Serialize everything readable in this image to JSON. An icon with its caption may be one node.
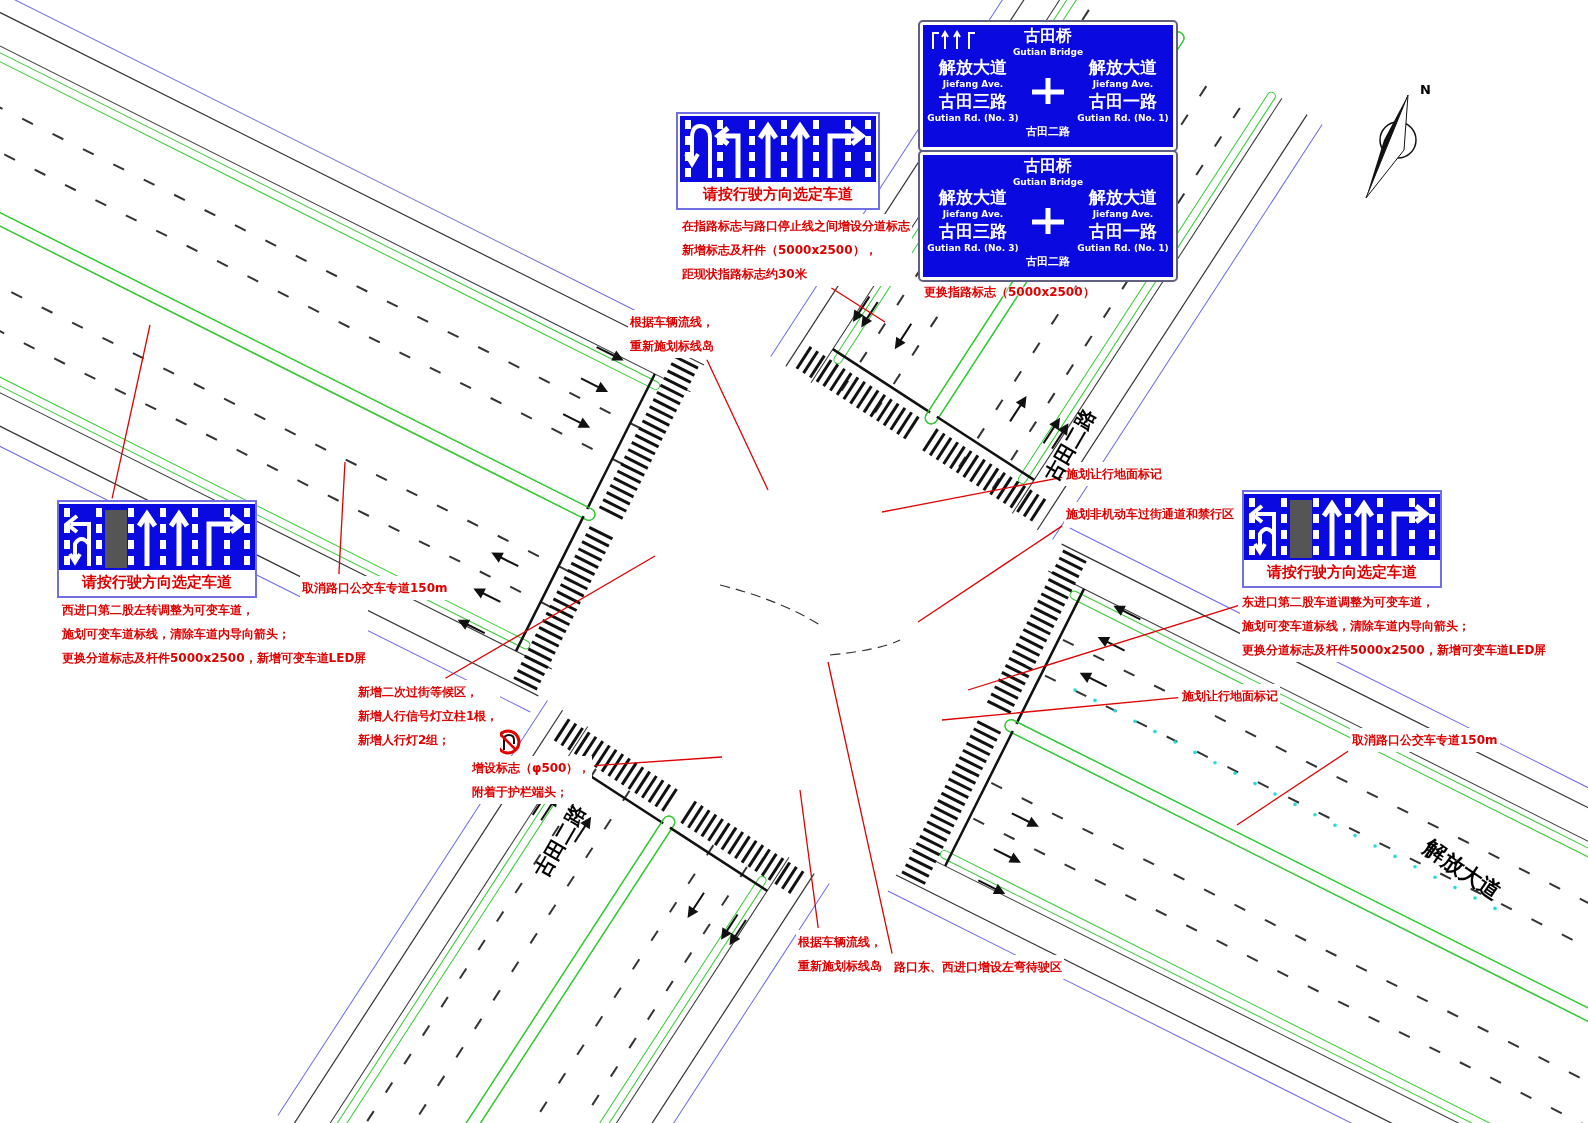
{
  "diagram": {
    "nodes": [
      {
        "text": [
          "请按行驶方向选定车道"
        ]
      },
      {
        "text": [
          "在指路标志与路口停止线之间增设分道标志",
          "新增标志及杆件（5000x2500），",
          "距现状指路标志约30米"
        ]
      },
      {
        "text": [
          "古田桥",
          "Gutian Bridge",
          "解放大道",
          "Jiefang Ave.",
          "古田三路",
          "Gutian Rd. (No. 3)",
          "解放大道",
          "Jiefang Ave.",
          "古田一路",
          "Gutian Rd. (No. 1)",
          "古田二路"
        ]
      },
      {
        "text": [
          "古田桥",
          "Gutian Bridge",
          "解放大道",
          "Jiefang Ave.",
          "古田三路",
          "Gutian Rd. (No. 3)",
          "解放大道",
          "Jiefang Ave.",
          "古田一路",
          "Gutian Rd. (No. 1)",
          "古田二路"
        ],
        "beside": [
          "更换指路标志（5000x2500）"
        ]
      },
      {
        "text": [
          "根据车辆流线，",
          "重新施划标线岛"
        ]
      },
      {
        "text": [
          "请按行驶方向选定车道"
        ]
      },
      {
        "text": [
          "西进口第二股左转调整为可变车道，",
          "施划可变车道标线，清除车道内导向箭头；",
          "更换分道标志及杆件5000x2500，新增可变车道LED屏"
        ]
      },
      {
        "text": [
          "取消路口公交车专道150m"
        ]
      },
      {
        "text": [
          "施划让行地面标记"
        ]
      },
      {
        "text": [
          "施划非机动车过街通道和禁行区"
        ]
      },
      {
        "text": [
          "请按行驶方向选定车道"
        ]
      },
      {
        "text": [
          "东进口第二股车道调整为可变车道，",
          "施划可变车道标线，清除车道内导向箭头；",
          "更换分道标志及杆件5000x2500，新增可变车道LED屏"
        ]
      },
      {
        "text": [
          "施划让行地面标记"
        ]
      },
      {
        "text": [
          "取消路口公交车专道150m"
        ]
      },
      {
        "text": [
          "新增二次过街等候区，",
          "新增人行信号灯立柱1根，",
          "新增人行灯2组；"
        ]
      },
      {
        "text": [
          "增设标志（φ500），",
          "附着于护栏端头；"
        ]
      },
      {
        "text": [
          "根据车辆流线，",
          "重新施划标线岛"
        ]
      },
      {
        "text": [
          "路口东、西进口增设左弯待驶区"
        ]
      }
    ],
    "edges": [
      {
        "from": 1,
        "to": null,
        "arrow": "none"
      },
      {
        "from": 4,
        "to": null,
        "arrow": "none"
      },
      {
        "from": 5,
        "to": null,
        "arrow": "none"
      },
      {
        "from": 7,
        "to": null,
        "arrow": "none"
      },
      {
        "from": 8,
        "to": null,
        "arrow": "none"
      },
      {
        "from": 9,
        "to": null,
        "arrow": "none"
      },
      {
        "from": 11,
        "to": null,
        "arrow": "none"
      },
      {
        "from": 12,
        "to": null,
        "arrow": "none"
      },
      {
        "from": 13,
        "to": null,
        "arrow": "none"
      },
      {
        "from": 14,
        "to": null,
        "arrow": "none"
      },
      {
        "from": 15,
        "to": null,
        "arrow": "none"
      },
      {
        "from": 16,
        "to": null,
        "arrow": "none"
      },
      {
        "from": 17,
        "to": null,
        "arrow": "none"
      }
    ],
    "labels": [
      "N",
      "古田二路",
      "古田二路",
      "解放大道"
    ]
  }
}
